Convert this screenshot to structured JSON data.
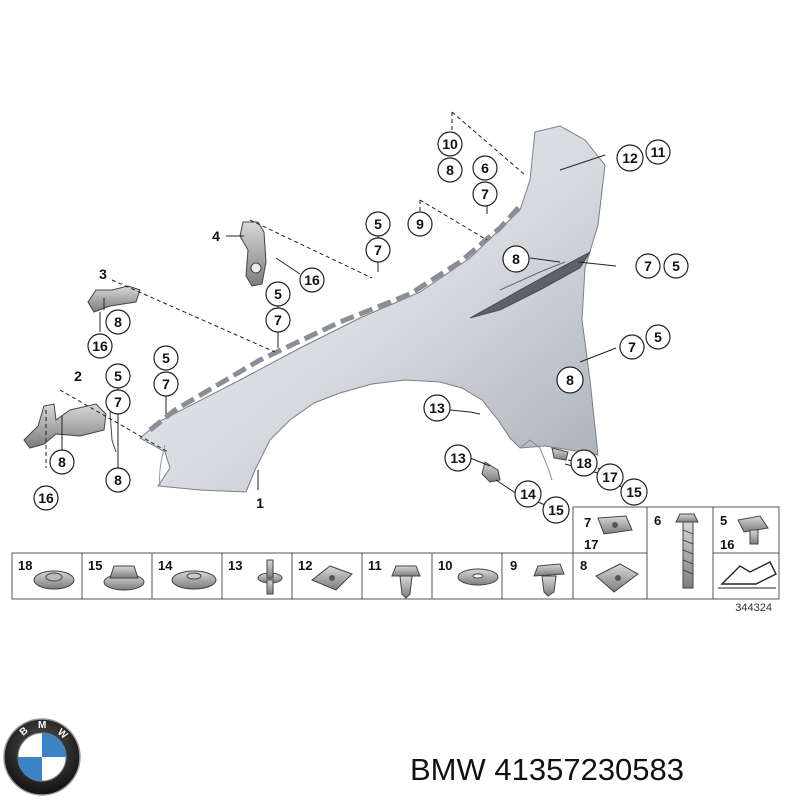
{
  "diagram": {
    "callouts": [
      {
        "id": "c10",
        "label": "10"
      },
      {
        "id": "c8a",
        "label": "8"
      },
      {
        "id": "c6",
        "label": "6"
      },
      {
        "id": "c7a",
        "label": "7"
      },
      {
        "id": "c12",
        "label": "12"
      },
      {
        "id": "c11",
        "label": "11"
      },
      {
        "id": "c9",
        "label": "9"
      },
      {
        "id": "c5a",
        "label": "5"
      },
      {
        "id": "c7b",
        "label": "7"
      },
      {
        "id": "c4",
        "label": "4"
      },
      {
        "id": "c16a",
        "label": "16"
      },
      {
        "id": "c3",
        "label": "3"
      },
      {
        "id": "c5b",
        "label": "5"
      },
      {
        "id": "c7c",
        "label": "7"
      },
      {
        "id": "c8b",
        "label": "8"
      },
      {
        "id": "c16b",
        "label": "16"
      },
      {
        "id": "c8c",
        "label": "8"
      },
      {
        "id": "c7d",
        "label": "7"
      },
      {
        "id": "c5c",
        "label": "5"
      },
      {
        "id": "c5d",
        "label": "5"
      },
      {
        "id": "c7e",
        "label": "7"
      },
      {
        "id": "c2",
        "label": "2"
      },
      {
        "id": "c5e",
        "label": "5"
      },
      {
        "id": "c7f",
        "label": "7"
      },
      {
        "id": "c5f",
        "label": "5"
      },
      {
        "id": "c7g",
        "label": "7"
      },
      {
        "id": "c8d",
        "label": "8"
      },
      {
        "id": "c13a",
        "label": "13"
      },
      {
        "id": "c8e",
        "label": "8"
      },
      {
        "id": "c8f",
        "label": "8"
      },
      {
        "id": "c16c",
        "label": "16"
      },
      {
        "id": "c1",
        "label": "1"
      },
      {
        "id": "c13b",
        "label": "13"
      },
      {
        "id": "c18",
        "label": "18"
      },
      {
        "id": "c17",
        "label": "17"
      },
      {
        "id": "c15a",
        "label": "15"
      },
      {
        "id": "c14",
        "label": "14"
      },
      {
        "id": "c15b",
        "label": "15"
      }
    ],
    "parts_table_top": [
      {
        "labels": [
          "7",
          "17"
        ],
        "part": "clip-nut"
      },
      {
        "labels": [
          "6"
        ],
        "part": "bolt"
      },
      {
        "labels": [
          "5",
          "16"
        ],
        "part": "hex-screw"
      }
    ],
    "parts_table_bottom": [
      {
        "label": "18",
        "part": "washer-nut"
      },
      {
        "label": "15",
        "part": "hex-nut-collar"
      },
      {
        "label": "14",
        "part": "washer-nut"
      },
      {
        "label": "13",
        "part": "stud-screw"
      },
      {
        "label": "12",
        "part": "clip-nut"
      },
      {
        "label": "11",
        "part": "expanding-rivet"
      },
      {
        "label": "10",
        "part": "washer"
      },
      {
        "label": "9",
        "part": "expanding-rivet"
      },
      {
        "label": "8",
        "part": "clip-nut"
      }
    ],
    "reference_number": "344324"
  },
  "footer": {
    "brand_text": "BMW 41357230583",
    "logo_letters": "BMW"
  },
  "colors": {
    "fender_light": "#e6e8ec",
    "fender_dark": "#a8adb5",
    "line": "#222222",
    "logo_blue": "#3a84c6"
  }
}
